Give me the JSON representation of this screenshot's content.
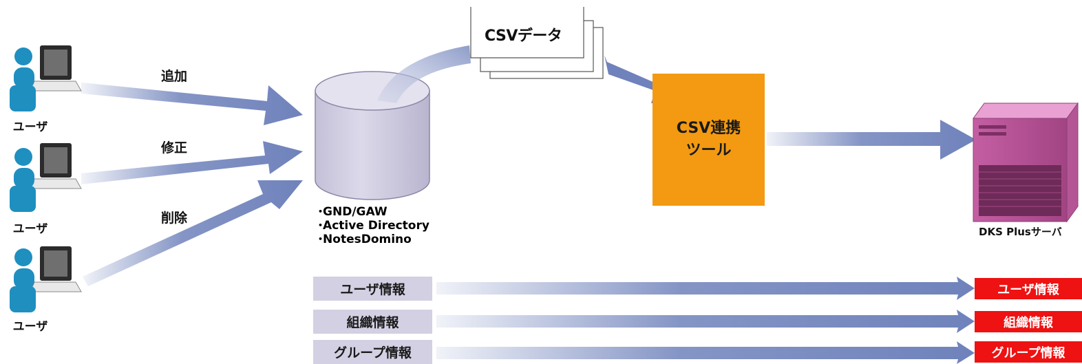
{
  "users": [
    {
      "label": "ユーザ"
    },
    {
      "label": "ユーザ"
    },
    {
      "label": "ユーザ"
    }
  ],
  "actions": [
    "追加",
    "修正",
    "削除"
  ],
  "csv_document": {
    "title": "CSVデータ"
  },
  "directory_sources": [
    "GND/GAW",
    "Active Directory",
    "NotesDomino"
  ],
  "tool": {
    "line1": "CSV連携",
    "line2": "ツール"
  },
  "server": {
    "label": "DKS Plusサーバ"
  },
  "info_flows": [
    {
      "source": "ユーザ情報",
      "target": "ユーザ情報"
    },
    {
      "source": "組織情報",
      "target": "組織情報"
    },
    {
      "source": "グループ情報",
      "target": "グループ情報"
    }
  ],
  "colors": {
    "arrow": "#6f82bb",
    "database_fill": "#d3d0e3",
    "tool_fill": "#f39a12",
    "server_fill": "#d878b8",
    "target_fill": "#ee1212",
    "person": "#1f8fc0"
  }
}
